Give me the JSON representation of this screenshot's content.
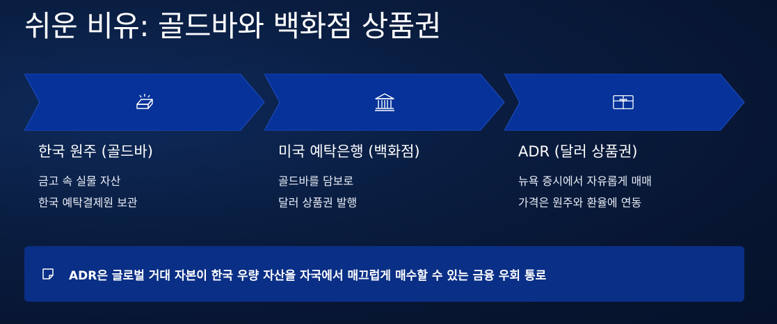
{
  "title": "쉬운 비유: 골드바와 백화점 상품권",
  "steps": [
    {
      "icon": "gold-bar-icon",
      "heading": "한국 원주 (골드바)",
      "lines": [
        "금고 속 실물 자산",
        "한국 예탁결제원 보관"
      ]
    },
    {
      "icon": "bank-icon",
      "heading": "미국 예탁은행 (백화점)",
      "lines": [
        "골드바를 담보로",
        "달러 상품권 발행"
      ]
    },
    {
      "icon": "gift-card-icon",
      "heading": "ADR (달러 상품권)",
      "lines": [
        "뉴욕 증시에서 자유롭게 매매",
        "가격은 원주와 환율에 연동"
      ]
    }
  ],
  "note": {
    "icon": "note-icon",
    "text_plain": "ADR은 글로벌 거대 자본이 한국 우량 자산을 자국에서 매끄럽게 매수할 수 있는 ",
    "text_bold": "금융 우회 통로"
  },
  "colors": {
    "chevron_fill": "#06329a",
    "chevron_stroke": "#1f4fc4",
    "note_bg": "#0a2f86"
  }
}
